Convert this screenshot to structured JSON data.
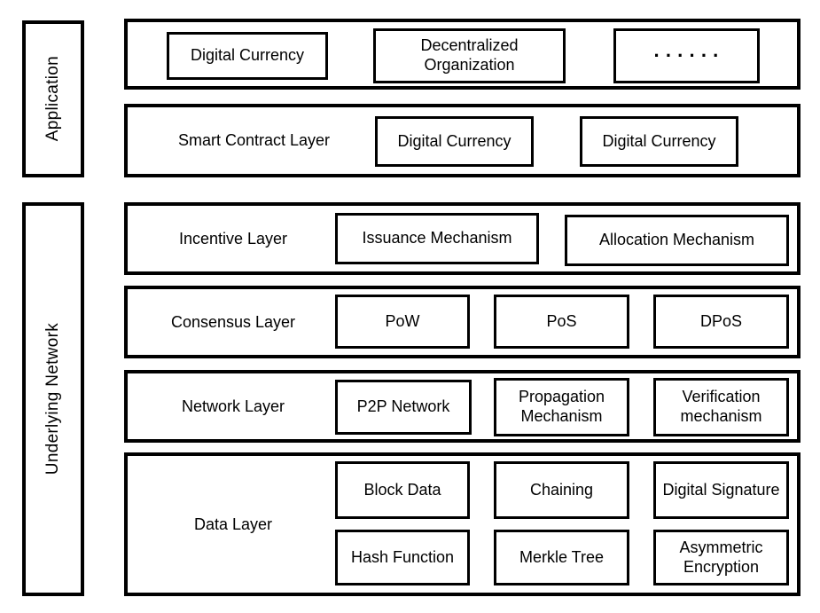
{
  "colors": {
    "background": "#ffffff",
    "border": "#000000",
    "text": "#000000"
  },
  "side_labels": {
    "application": "Application",
    "underlying_network": "Underlying Network"
  },
  "application_row": {
    "boxes": [
      "Digital Currency",
      "Decentralized Organization",
      "······"
    ]
  },
  "smart_contract_row": {
    "label": "Smart Contract Layer",
    "boxes": [
      "Digital Currency",
      "Digital Currency"
    ]
  },
  "incentive_row": {
    "label": "Incentive Layer",
    "boxes": [
      "Issuance Mechanism",
      "Allocation Mechanism"
    ]
  },
  "consensus_row": {
    "label": "Consensus Layer",
    "boxes": [
      "PoW",
      "PoS",
      "DPoS"
    ]
  },
  "network_row": {
    "label": "Network Layer",
    "boxes": [
      "P2P Network",
      "Propagation Mechanism",
      "Verification mechanism"
    ]
  },
  "data_row": {
    "label": "Data Layer",
    "boxes_top": [
      "Block Data",
      "Chaining",
      "Digital Signature"
    ],
    "boxes_bottom": [
      "Hash Function",
      "Merkle Tree",
      "Asymmetric Encryption"
    ]
  }
}
